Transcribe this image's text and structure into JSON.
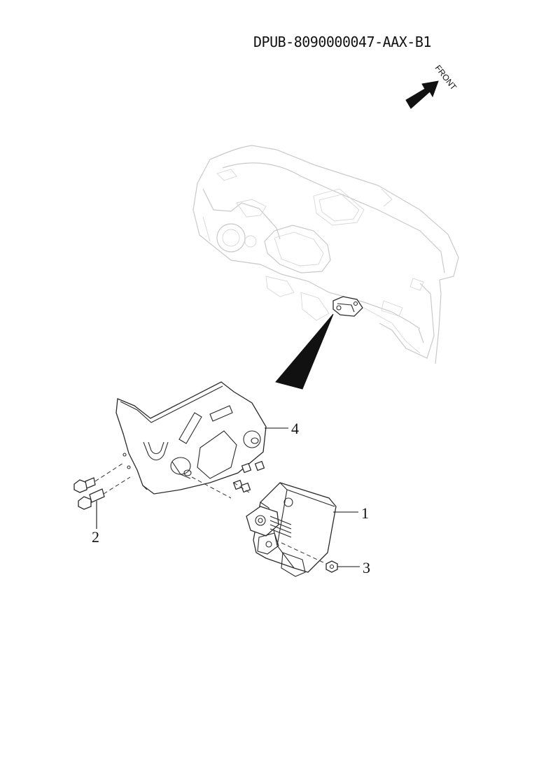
{
  "header": {
    "document_code": "DPUB-8090000047-AAX-B1"
  },
  "orientation": {
    "label": "FRONT",
    "icon": "front-direction-arrow-icon"
  },
  "callouts": [
    {
      "number": "1"
    },
    {
      "number": "2"
    },
    {
      "number": "3"
    },
    {
      "number": "4"
    }
  ],
  "colors": {
    "line_art": "#2a2a2a",
    "ghost_context": "#c9c9c9",
    "background": "#ffffff"
  }
}
